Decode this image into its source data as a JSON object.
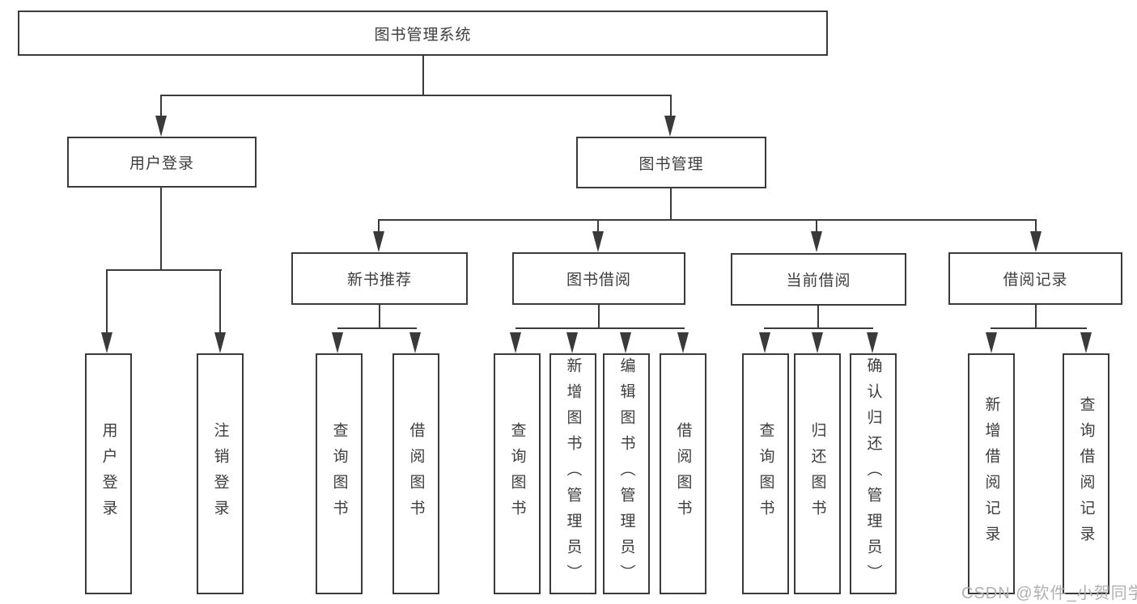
{
  "diagram": {
    "title": "图书管理系统",
    "level2": {
      "user_login": "用户登录",
      "book_management": "图书管理"
    },
    "level3": {
      "new_book": "新书推荐",
      "book_borrow": "图书借阅",
      "current_borrow": "当前借阅",
      "borrow_record": "借阅记录"
    },
    "leaves": {
      "user_login": [
        "用户登录",
        "注销登录"
      ],
      "new_book": [
        "查询图书",
        "借阅图书"
      ],
      "book_borrow": [
        "查询图书",
        "新增图书（管理员）",
        "编辑图书（管理员）",
        "借阅图书"
      ],
      "current_borrow": [
        "查询图书",
        "归还图书",
        "确认归还（管理员）"
      ],
      "borrow_record": [
        "新增借阅记录",
        "查询借阅记录"
      ]
    }
  },
  "watermark": "CSDN @软件_小贺同学",
  "colors": {
    "line": "#3a3a3a",
    "text": "#3d3d3d",
    "watermark": "#b0b0b0",
    "background": "#ffffff"
  }
}
